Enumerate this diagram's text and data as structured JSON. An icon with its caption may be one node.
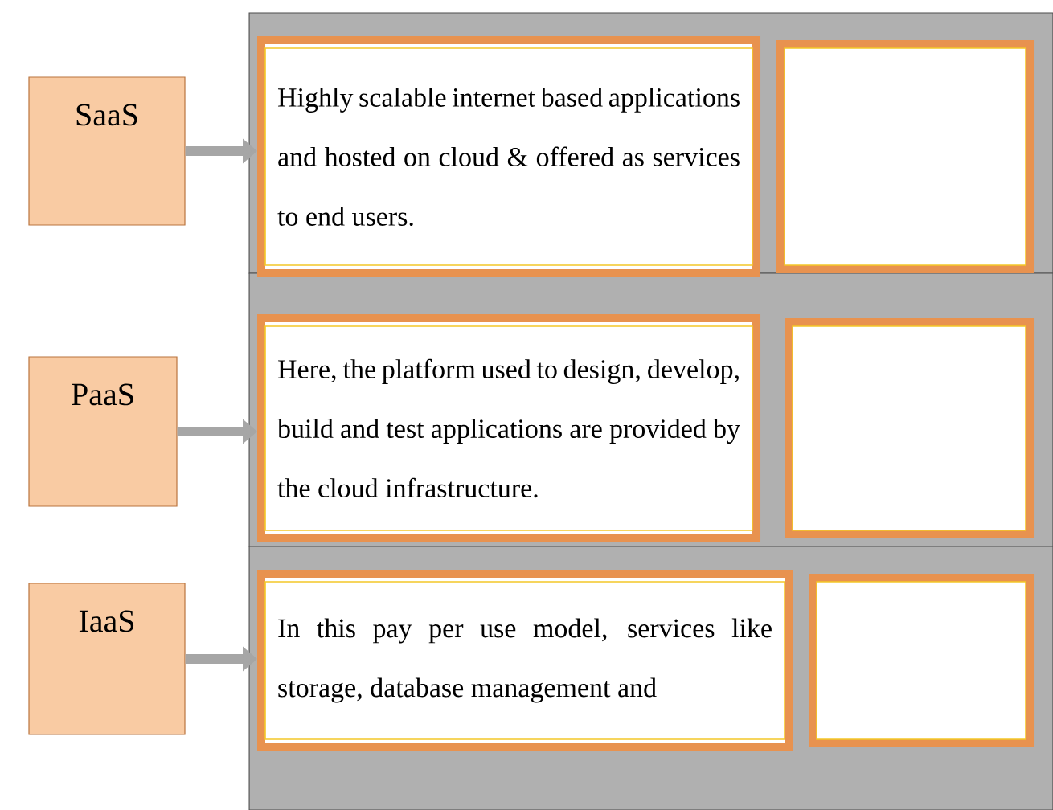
{
  "diagram": {
    "nodes": [
      {
        "text": [
          "SaaS"
        ]
      },
      {
        "text": [
          "Highly scalable internet based applications and hosted on cloud & offered as services to end users."
        ]
      },
      {
        "text": [],
        "shape": "box"
      },
      {
        "text": [
          "PaaS"
        ]
      },
      {
        "text": [
          "Here, the platform used to design, develop, build and test applications are provided by the cloud infrastructure."
        ]
      },
      {
        "text": [],
        "shape": "box"
      },
      {
        "text": [
          "IaaS"
        ]
      },
      {
        "text": [
          "In this pay per use model, services like storage, database management and"
        ]
      },
      {
        "text": [],
        "shape": "box"
      }
    ],
    "edges": [
      {
        "from": 0,
        "to": 1,
        "arrow": "to"
      },
      {
        "from": 3,
        "to": 4,
        "arrow": "to"
      },
      {
        "from": 6,
        "to": 7,
        "arrow": "to"
      }
    ]
  }
}
